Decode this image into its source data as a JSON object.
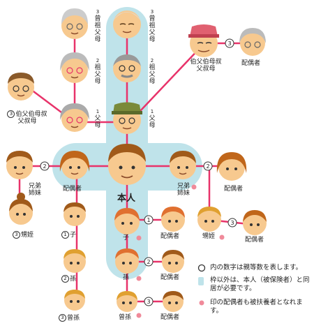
{
  "self": "本人",
  "nodes": {
    "great_grandparent": "曾祖父母",
    "grandparent": "祖父母",
    "parent": "父母",
    "uncle_aunt_top": "伯父伯母叔父叔母",
    "uncle_aunt_top_spouse": "配偶者",
    "uncle_aunt_left": "伯父伯母叔父叔母",
    "sibling_left": "兄弟姉妹",
    "sibling_left_spouse": "配偶者",
    "niece_left": "甥姪",
    "child": "子",
    "grandchild": "孫",
    "great_grandchild": "曾孫",
    "sibling_right": "兄弟姉妹",
    "sibling_right_spouse": "配偶者",
    "niece_right": "甥姪",
    "niece_right_spouse": "配偶者",
    "child_spouse": "配偶者",
    "grandchild_spouse": "配偶者",
    "great_grandchild_spouse": "配偶者"
  },
  "degrees": {
    "great_grandparent": "3",
    "grandparent": "2",
    "parent": "1",
    "uncle_aunt": "3",
    "uncle_aunt_spouse": "3",
    "sibling": "2",
    "niece": "3",
    "child": "1",
    "grandchild": "2",
    "great_grandchild": "3",
    "niece_right_spouse": "3",
    "child_spouse": "1",
    "grandchild_spouse": "2",
    "great_grandchild_spouse": "3"
  },
  "legend": {
    "circle": "内の数字は親等数を表します。",
    "box": "枠以外は、本人（被保険者）と同居が必要です。",
    "dot": "印の配偶者も被扶養者となれます。"
  },
  "colors": {
    "frame": "#bfe3ea",
    "line": "#e8336a",
    "dot": "#f08a9a",
    "skin": "#f7c98f"
  }
}
